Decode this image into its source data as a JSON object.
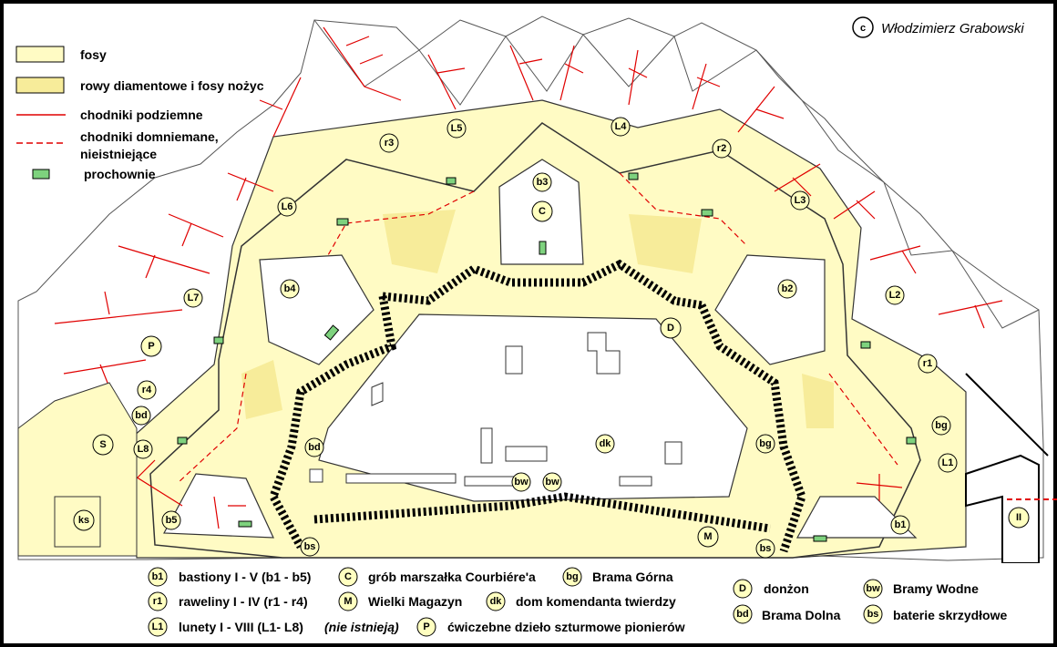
{
  "copyright": {
    "symbol": "c",
    "author": "Włodzimierz Grabowski"
  },
  "legend": {
    "fosy": "fosy",
    "rowy": "rowy diamentowe i fosy nożyc",
    "chodniki": "chodniki podziemne",
    "domniemane_1": "chodniki domniemane,",
    "domniemane_2": "nieistniejące",
    "prochownie": "prochownie"
  },
  "colors": {
    "moat": "#fffbc4",
    "ditch": "#f7ec9a",
    "tunnel": "#e00000",
    "magazine": "#7ed27e",
    "background": "#ffffff",
    "frame": "#000000"
  },
  "map_labels": {
    "b1": "b1",
    "b2": "b2",
    "b3": "b3",
    "b4": "b4",
    "b5": "b5",
    "r1": "r1",
    "r2": "r2",
    "r3": "r3",
    "r4": "r4",
    "L1": "L1",
    "L2": "L2",
    "L3": "L3",
    "L4": "L4",
    "L5": "L5",
    "L6": "L6",
    "L7": "L7",
    "L8": "L8",
    "C": "C",
    "D": "D",
    "M": "M",
    "P": "P",
    "S": "S",
    "ks": "ks",
    "II": "II",
    "dk": "dk",
    "bg": "bg",
    "bd": "bd",
    "bs": "bs",
    "bw": "bw"
  },
  "bottom_legend": {
    "b1_key": "b1",
    "b1_text": "bastiony I - V (b1 - b5)",
    "r1_key": "r1",
    "r1_text": "raweliny I - IV  (r1 - r4)",
    "L1_key": "L1",
    "L1_text": "lunety I - VIII   (L1- L8)",
    "L1_note": "(nie istnieją)",
    "C_key": "C",
    "C_text": "grób marszałka Courbiére'a",
    "M_key": "M",
    "M_text": "Wielki Magazyn",
    "P_key": "P",
    "P_text": "ćwiczebne dzieło szturmowe pionierów",
    "bg_key": "bg",
    "bg_text": "Brama Górna",
    "dk_key": "dk",
    "dk_text": "dom komendanta twierdzy",
    "D_key": "D",
    "D_text": "donżon",
    "bd_key": "bd",
    "bd_text": "Brama Dolna",
    "bw_key": "bw",
    "bw_text": "Bramy Wodne",
    "bs_key": "bs",
    "bs_text": "baterie skrzydłowe"
  }
}
